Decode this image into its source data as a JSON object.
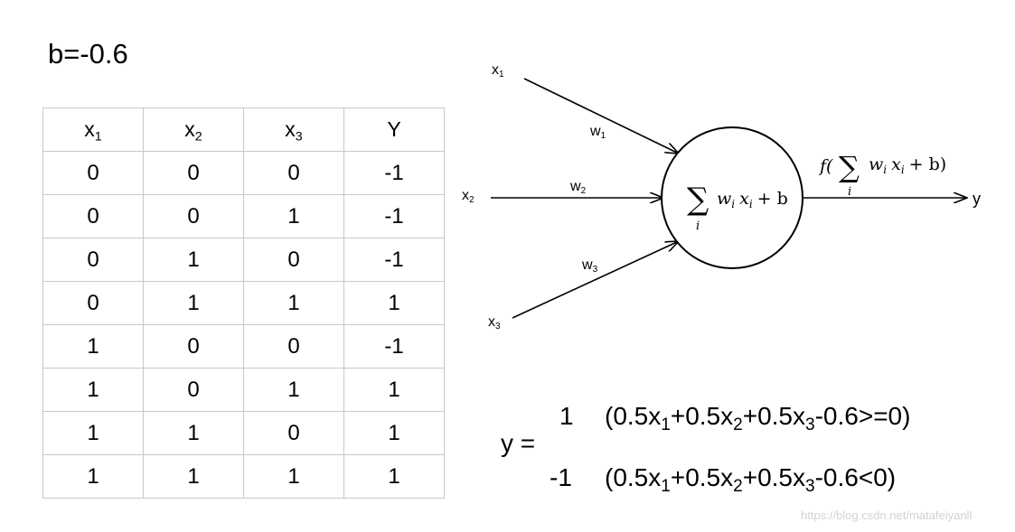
{
  "bias_label": "b=-0.6",
  "table": {
    "headers": [
      {
        "base": "x",
        "sub": "1"
      },
      {
        "base": "x",
        "sub": "2"
      },
      {
        "base": "x",
        "sub": "3"
      },
      {
        "base": "Y",
        "sub": ""
      }
    ],
    "rows": [
      [
        "0",
        "0",
        "0",
        "-1"
      ],
      [
        "0",
        "0",
        "1",
        "-1"
      ],
      [
        "0",
        "1",
        "0",
        "-1"
      ],
      [
        "0",
        "1",
        "1",
        "1"
      ],
      [
        "1",
        "0",
        "0",
        "-1"
      ],
      [
        "1",
        "0",
        "1",
        "1"
      ],
      [
        "1",
        "1",
        "0",
        "1"
      ],
      [
        "1",
        "1",
        "1",
        "1"
      ]
    ]
  },
  "diagram": {
    "inputs": [
      {
        "base": "x",
        "sub": "1"
      },
      {
        "base": "x",
        "sub": "2"
      },
      {
        "base": "x",
        "sub": "3"
      }
    ],
    "weights": [
      {
        "base": "w",
        "sub": "1"
      },
      {
        "base": "w",
        "sub": "2"
      },
      {
        "base": "w",
        "sub": "3"
      }
    ],
    "node_expr": {
      "sigma": "∑",
      "index": "i",
      "term": "w",
      "term_sub": "i",
      "var": "x",
      "var_sub": "i",
      "tail": "+ b"
    },
    "activation_expr": {
      "fn": "f(",
      "sigma": "∑",
      "index": "i",
      "term": "w",
      "term_sub": "i",
      "var": "x",
      "var_sub": "i",
      "tail": "+ b)"
    },
    "output": "y"
  },
  "equation": {
    "lhs": "y =",
    "cases": [
      {
        "value": "1",
        "condition": {
          "open": "(0.5x",
          "s1": "1",
          "p2": "+0.5x",
          "s2": "2",
          "p3": "+0.5x",
          "s3": "3",
          "close": "-0.6>=0)"
        }
      },
      {
        "value": "-1",
        "condition": {
          "open": "(0.5x",
          "s1": "1",
          "p2": "+0.5x",
          "s2": "2",
          "p3": "+0.5x",
          "s3": "3",
          "close": "-0.6<0)"
        }
      }
    ]
  },
  "watermark": "https://blog.csdn.net/matafeiyanll"
}
